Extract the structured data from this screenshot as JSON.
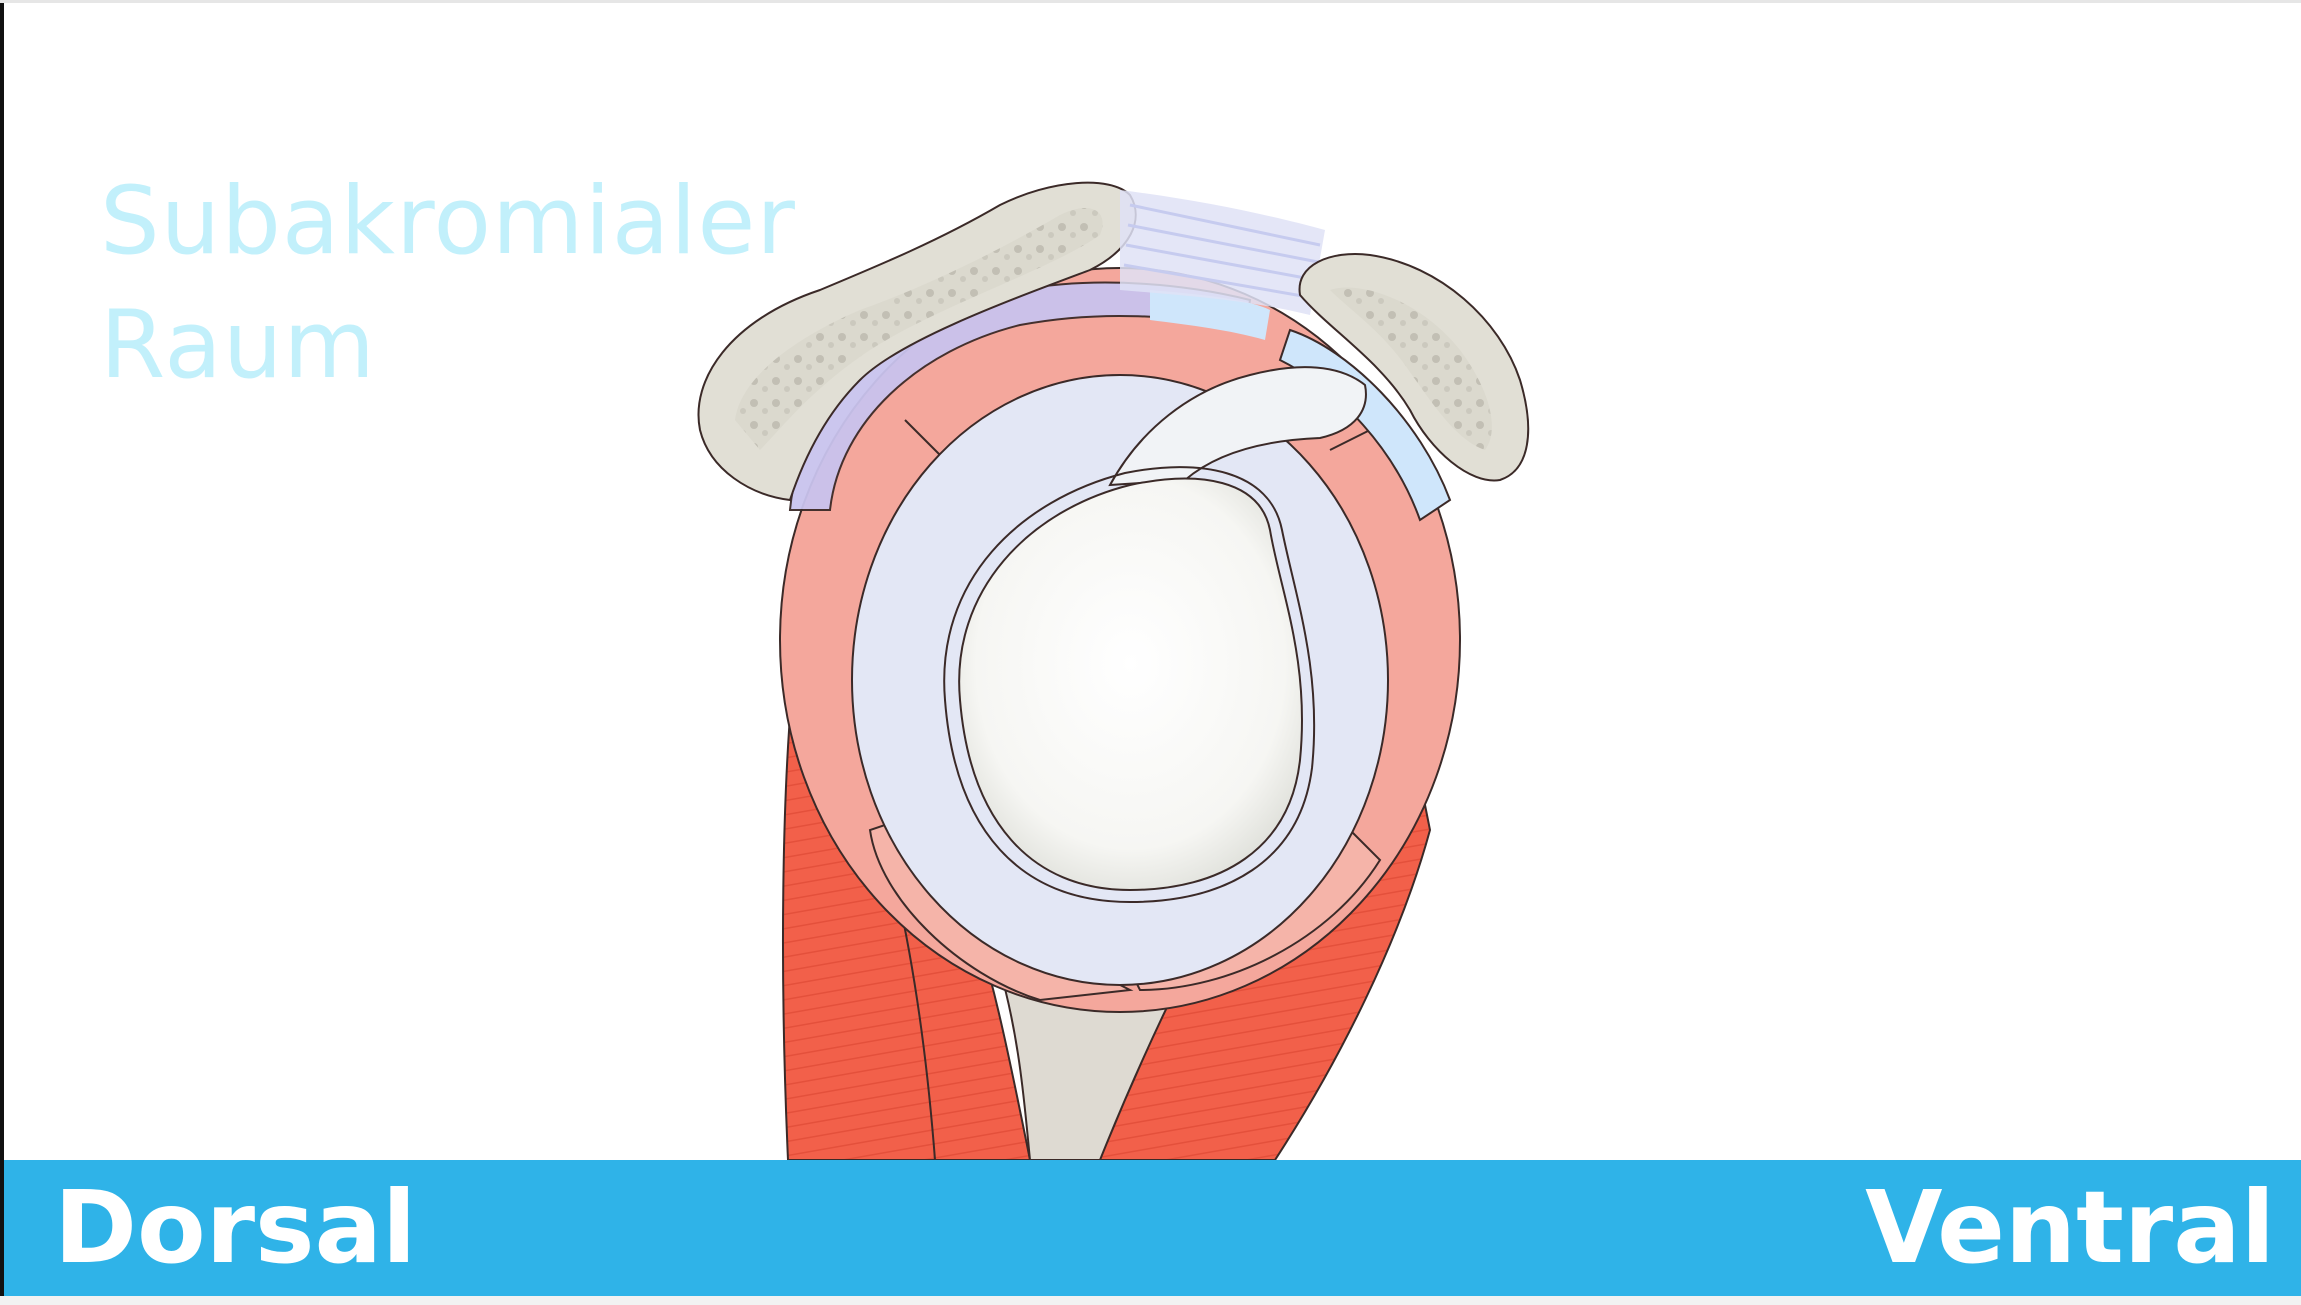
{
  "title": {
    "line1": "Subakromialer",
    "line2": "Raum"
  },
  "orientation": {
    "left": "Dorsal",
    "right": "Ventral"
  },
  "colors": {
    "title_text": "#c2f0fb",
    "bar": "#2fb3e8",
    "muscle_red": "#f2604a",
    "tendon_pink": "#f7b1a7",
    "cartilage_blue": "#e3e7f5",
    "bone_grey": "#e1dfd5",
    "bursa_lavender": "#c9c3ee"
  }
}
